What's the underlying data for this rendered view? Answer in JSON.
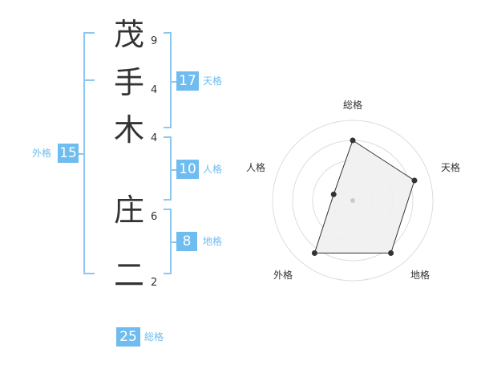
{
  "name": {
    "characters": [
      {
        "char": "茂",
        "strokes": "9"
      },
      {
        "char": "手",
        "strokes": "4"
      },
      {
        "char": "木",
        "strokes": "4"
      },
      {
        "char": "庄",
        "strokes": "6"
      },
      {
        "char": "二",
        "strokes": "2"
      }
    ]
  },
  "fortunes": {
    "tenkaku": {
      "value": "17",
      "label": "天格"
    },
    "jinkaku": {
      "value": "10",
      "label": "人格"
    },
    "chikaku": {
      "value": "8",
      "label": "地格"
    },
    "gaikaku": {
      "value": "15",
      "label": "外格"
    },
    "soukaku": {
      "value": "25",
      "label": "総格"
    }
  },
  "radar": {
    "labels": {
      "soukaku": "総格",
      "tenkaku": "天格",
      "chikaku": "地格",
      "gaikaku": "外格",
      "jinkaku": "人格"
    },
    "levels": 4,
    "scores": [
      0.75,
      0.81,
      0.81,
      0.81,
      0.25
    ],
    "colors": {
      "grid": "#dddddd",
      "fill": "#f0f0f0",
      "stroke": "#333333",
      "point": "#333333",
      "center": "#cccccc"
    }
  }
}
